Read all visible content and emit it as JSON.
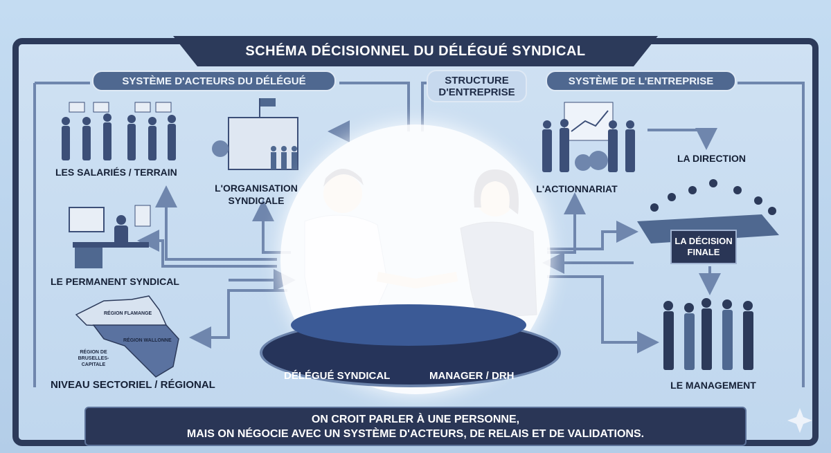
{
  "title": "SCHÉMA DÉCISIONNEL DU DÉLÉGUÉ SYNDICAL",
  "left_section": {
    "header": "SYSTÈME D'ACTEURS DU DÉLÉGUÉ",
    "actors": {
      "salaries": "LES SALARIÉS / TERRAIN",
      "organisation_1": "L'ORGANISATION",
      "organisation_2": "SYNDICALE",
      "permanent": "LE PERMANENT SYNDICAL",
      "niveau": "NIVEAU SECTORIEL / RÉGIONAL"
    },
    "map": {
      "flamande": "RÉGION FLAMANGE",
      "wallonne": "RÉGION WALLONNE",
      "bruxelles_1": "RÉGION DE",
      "bruxelles_2": "BRUSELLES-CAPITALE"
    }
  },
  "right_section": {
    "structure_1": "STRUCTURE",
    "structure_2": "D'ENTREPRISE",
    "header": "SYSTÈME DE L'ENTREPRISE",
    "actors": {
      "actionnariat": "L'ACTIONNARIAT",
      "direction": "LA DIRECTION",
      "decision_1": "LA DÉCISION",
      "decision_2": "FINALE",
      "management": "LE MANAGEMENT"
    }
  },
  "center": {
    "left_label": "DÉLÉGUÉ SYNDICAL",
    "right_label": "MANAGER / DRH"
  },
  "footer": {
    "line1": "ON CROIT PARLER À UNE PERSONNE,",
    "line2": "MAIS ON NÉGOCIE AVEC UN SYSTÈME D'ACTEURS, DE RELAIS ET DE VALIDATIONS."
  },
  "colors": {
    "navy": "#2c3a5a",
    "accent": "#4f6890",
    "background": "#c4dcf2"
  }
}
